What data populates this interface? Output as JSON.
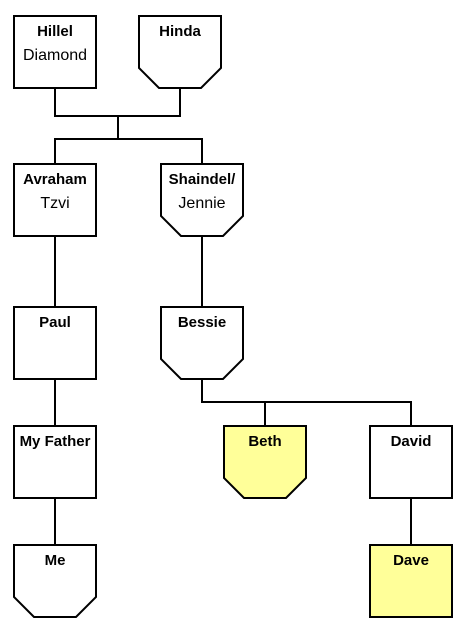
{
  "colors": {
    "default_fill": "#ffffff",
    "highlight_fill": "#ffff99",
    "line": "#000000"
  },
  "people": {
    "hillel": {
      "line1": "Hillel",
      "line2": "Diamond",
      "shape": "square",
      "highlight": false
    },
    "hinda": {
      "line1": "Hinda",
      "line2": "",
      "shape": "chamfer",
      "highlight": false
    },
    "avraham": {
      "line1": "Avraham",
      "line2": "Tzvi",
      "shape": "square",
      "highlight": false
    },
    "shaindel": {
      "line1": "Shaindel/",
      "line2": "Jennie",
      "shape": "chamfer",
      "highlight": false
    },
    "paul": {
      "line1": "Paul",
      "line2": "",
      "shape": "square",
      "highlight": false
    },
    "bessie": {
      "line1": "Bessie",
      "line2": "",
      "shape": "chamfer",
      "highlight": false
    },
    "father": {
      "line1": "My Father",
      "line2": "",
      "shape": "square",
      "highlight": false
    },
    "beth": {
      "line1": "Beth",
      "line2": "",
      "shape": "chamfer",
      "highlight": true
    },
    "david": {
      "line1": "David",
      "line2": "",
      "shape": "square",
      "highlight": false
    },
    "me": {
      "line1": "Me",
      "line2": "",
      "shape": "chamfer",
      "highlight": false
    },
    "dave": {
      "line1": "Dave",
      "line2": "",
      "shape": "square",
      "highlight": true
    }
  }
}
